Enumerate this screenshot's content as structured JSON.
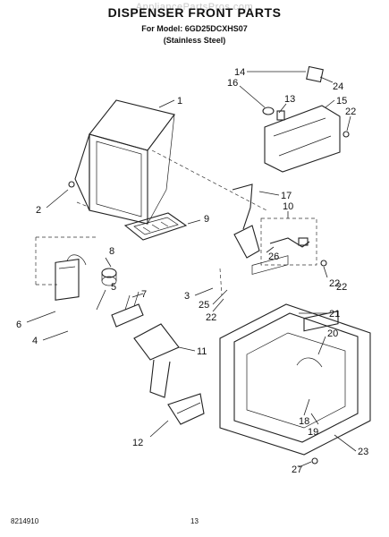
{
  "header": {
    "watermark": "AppliancePartsPros.com",
    "title": "DISPENSER FRONT PARTS",
    "model_line": "For Model: 6GD25DCXHS07",
    "finish_line": "(Stainless Steel)"
  },
  "callouts": [
    "1",
    "2",
    "3",
    "4",
    "5",
    "6",
    "7",
    "8",
    "9",
    "10",
    "11",
    "12",
    "13",
    "14",
    "15",
    "16",
    "17",
    "18",
    "19",
    "20",
    "21",
    "22",
    "22",
    "22",
    "22",
    "23",
    "24",
    "25",
    "26",
    "27"
  ],
  "footer": {
    "doc_number": "8214910",
    "page_number": "13"
  }
}
